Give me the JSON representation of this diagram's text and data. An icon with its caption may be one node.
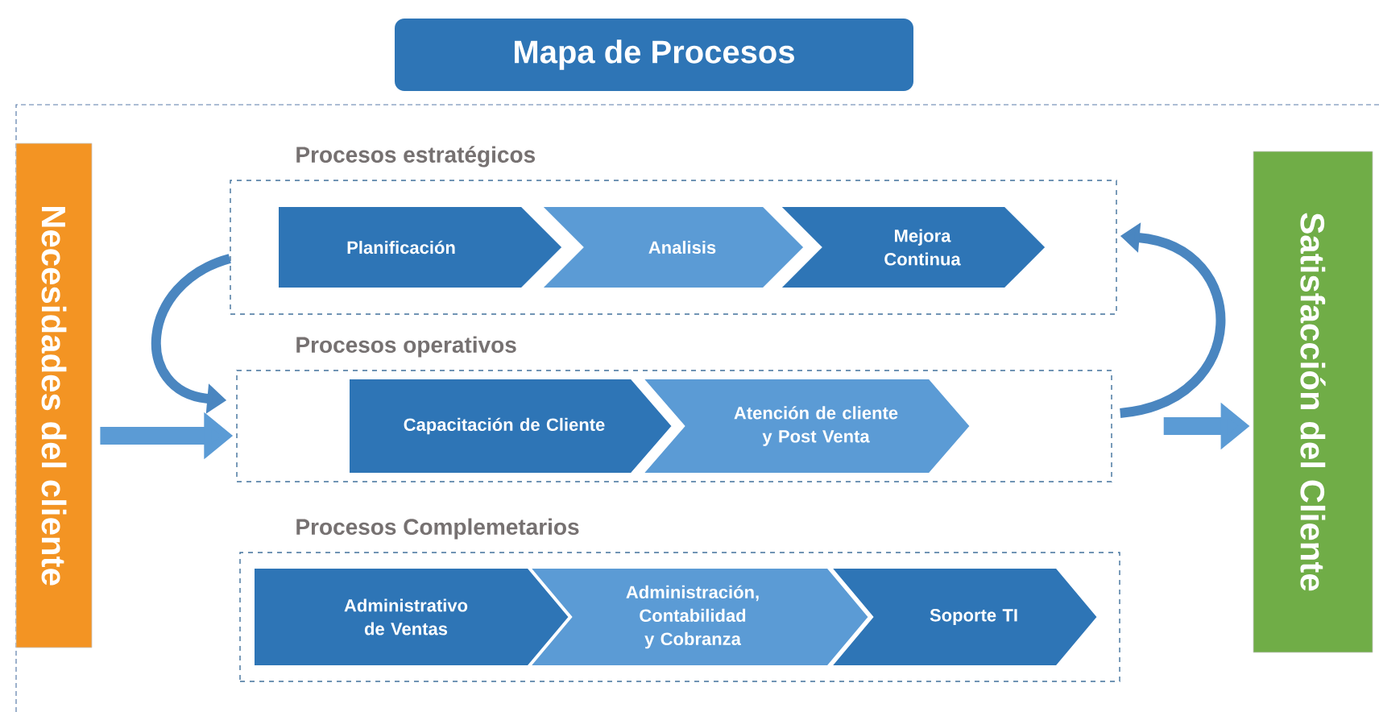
{
  "diagram": {
    "title": "Mapa de Procesos",
    "nodes": [
      {
        "text": [
          "Necesidades del cliente"
        ]
      },
      {
        "text": [
          "Procesos estratégicos"
        ]
      },
      {
        "text": [
          "Planificación"
        ],
        "in": 1
      },
      {
        "text": [
          "Analisis"
        ],
        "in": 1
      },
      {
        "text": [
          "Mejora Continua"
        ],
        "in": 1
      },
      {
        "text": [
          "Procesos operativos"
        ]
      },
      {
        "text": [
          "Capacitación de Cliente"
        ],
        "in": 5
      },
      {
        "text": [
          "Atención de cliente y Post Venta"
        ],
        "in": 5
      },
      {
        "text": [
          "Procesos Complemetarios"
        ]
      },
      {
        "text": [
          "Administrativo de Ventas"
        ],
        "in": 8
      },
      {
        "text": [
          "Administración, Contabilidad y Cobranza"
        ],
        "in": 8
      },
      {
        "text": [
          "Soporte TI"
        ],
        "in": 8
      },
      {
        "text": [
          "Satisfacción del Cliente"
        ]
      }
    ],
    "edges": [
      {
        "from": 0,
        "to": 5,
        "arrow": "to",
        "style": "thick"
      },
      {
        "from": 1,
        "to": 5,
        "arrow": "to"
      },
      {
        "from": 5,
        "to": 1,
        "arrow": "to"
      },
      {
        "from": 5,
        "to": 12,
        "arrow": "to",
        "style": "thick"
      }
    ]
  }
}
